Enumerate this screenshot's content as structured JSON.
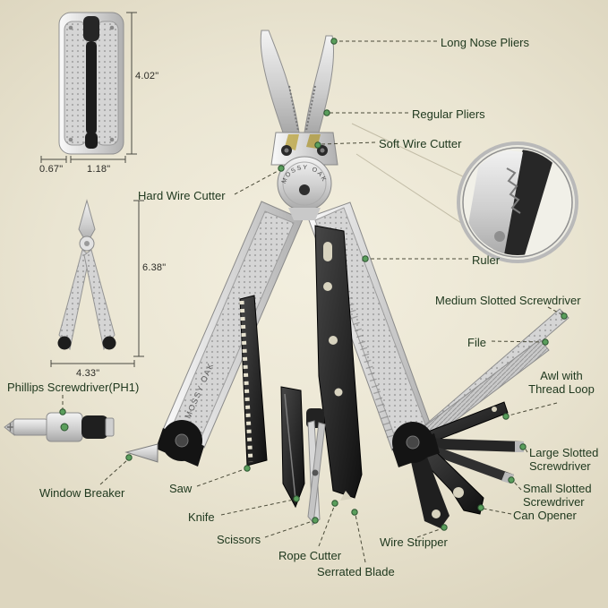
{
  "brand": {
    "name": "MOSSY OAK"
  },
  "colors": {
    "background": "#eae5d2",
    "label_text": "#20391f",
    "leader_line": "#4a4a38",
    "callout_dot": "#5a9e5c",
    "steel": "#cfcfcf",
    "black_tool": "#1c1c1c"
  },
  "dimensions": {
    "closed_height": "4.02\"",
    "closed_thickness": "0.67\"",
    "closed_width": "1.18\"",
    "pliers_height": "6.38\"",
    "pliers_width": "4.33\""
  },
  "labels": [
    {
      "text": "Long Nose Pliers"
    },
    {
      "text": "Regular Pliers"
    },
    {
      "text": "Soft Wire Cutter"
    },
    {
      "text": "Hard Wire Cutter"
    },
    {
      "text": "Ruler"
    },
    {
      "text": "Medium Slotted Screwdriver"
    },
    {
      "text": "File"
    },
    {
      "text": "Awl with Thread Loop"
    },
    {
      "text": "Large Slotted Screwdriver"
    },
    {
      "text": "Small Slotted Screwdriver"
    },
    {
      "text": "Can Opener"
    },
    {
      "text": "Wire Stripper"
    },
    {
      "text": "Serrated Blade"
    },
    {
      "text": "Rope Cutter"
    },
    {
      "text": "Scissors"
    },
    {
      "text": "Knife"
    },
    {
      "text": "Saw"
    },
    {
      "text": "Phillips Screwdriver(PH1)"
    },
    {
      "text": "Window Breaker"
    }
  ]
}
